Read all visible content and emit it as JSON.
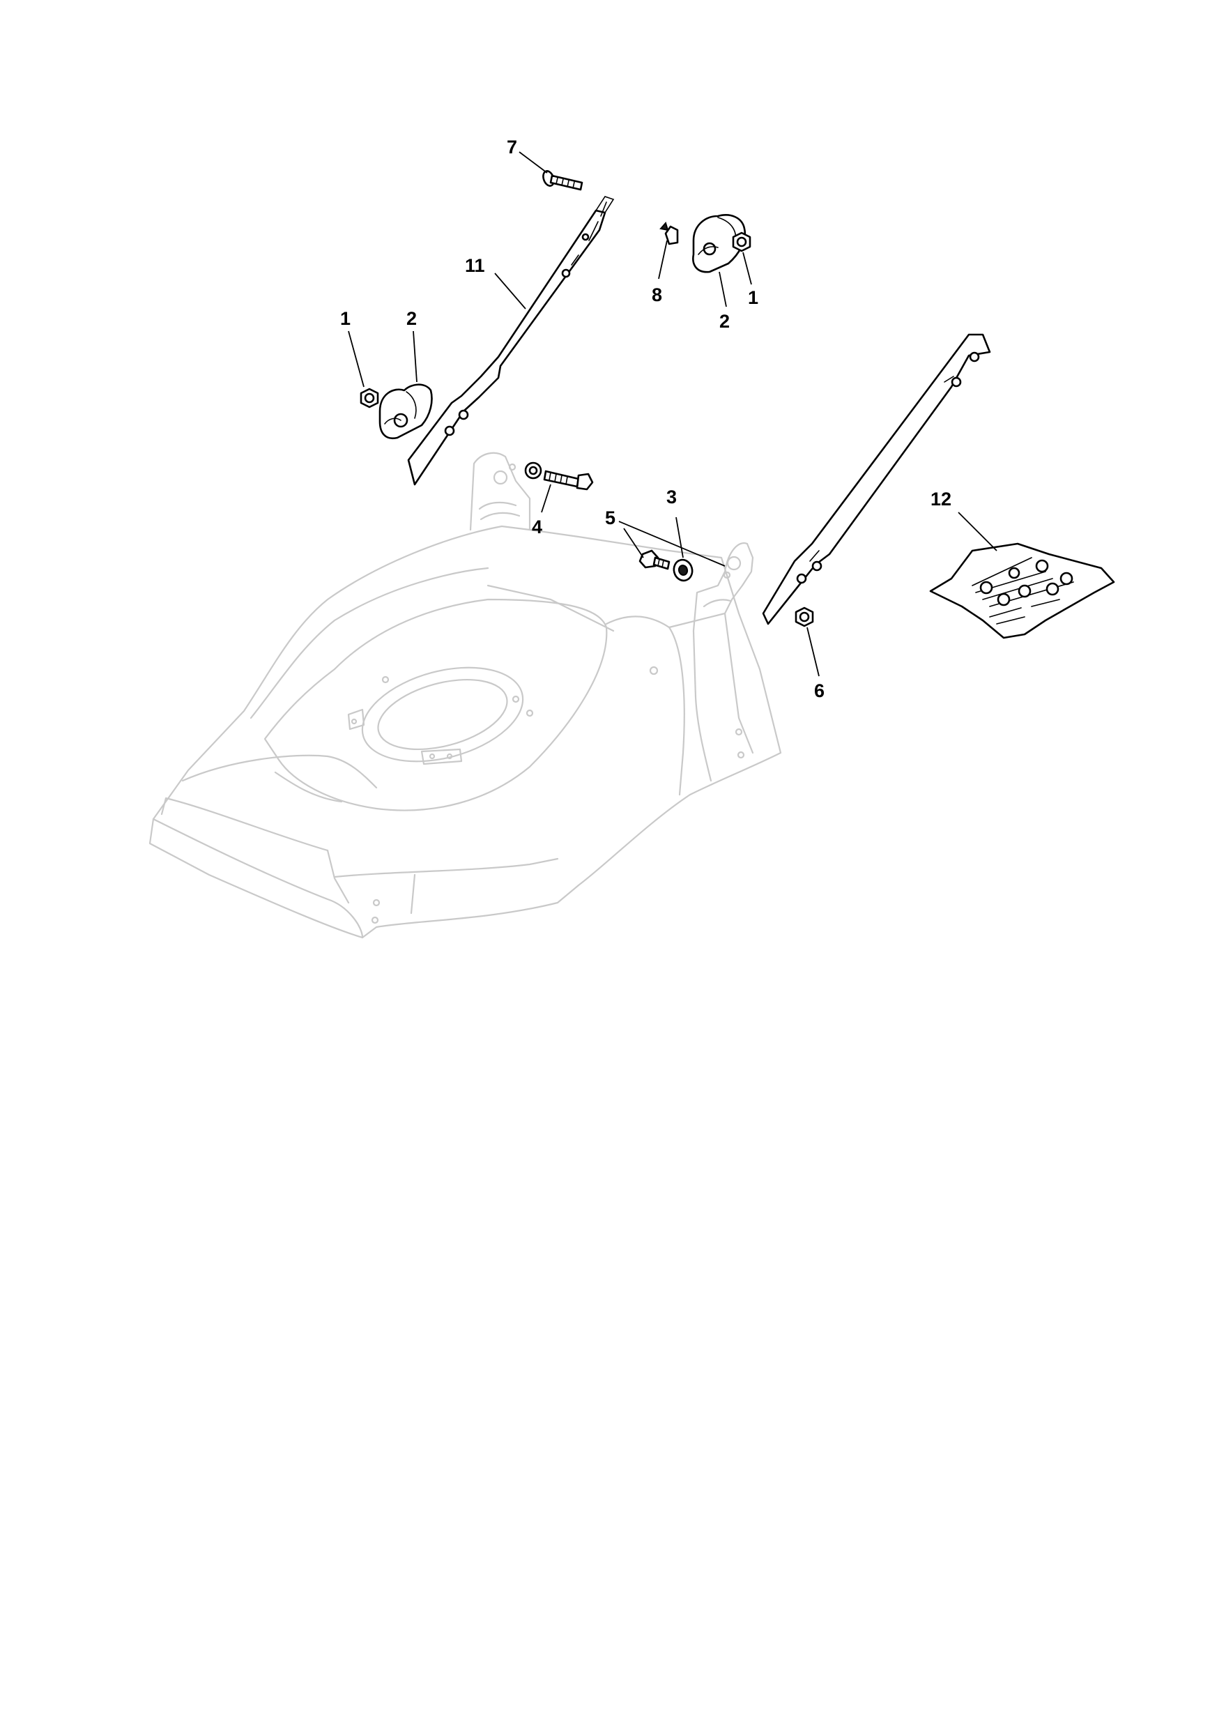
{
  "diagram": {
    "callouts": [
      {
        "id": "c1a",
        "label": "1"
      },
      {
        "id": "c2a",
        "label": "2"
      },
      {
        "id": "c11",
        "label": "11"
      },
      {
        "id": "c7",
        "label": "7"
      },
      {
        "id": "c8",
        "label": "8"
      },
      {
        "id": "c2b",
        "label": "2"
      },
      {
        "id": "c1b",
        "label": "1"
      },
      {
        "id": "c4",
        "label": "4"
      },
      {
        "id": "c5",
        "label": "5"
      },
      {
        "id": "c3",
        "label": "3"
      },
      {
        "id": "c12",
        "label": "12"
      },
      {
        "id": "c6",
        "label": "6"
      }
    ]
  },
  "colors": {
    "outline": "#000000",
    "deck_outline": "#c9c9c9",
    "background": "#ffffff"
  }
}
